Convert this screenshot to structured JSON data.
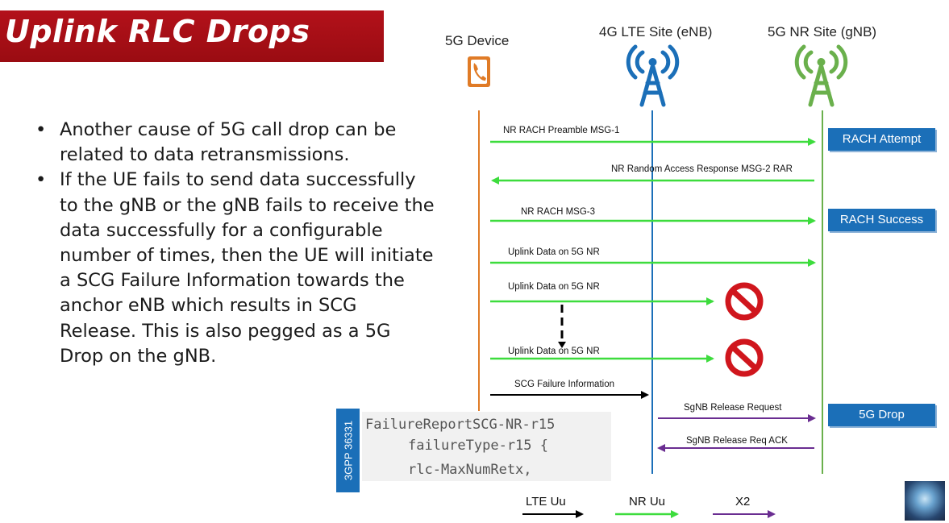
{
  "title": "Uplink RLC Drops",
  "bullets": [
    "Another cause of 5G call drop can be related to data retransmissions.",
    "If the UE fails to send data successfully to the gNB or the gNB fails to receive the data successfully for a configurable number of times, then the UE will initiate a SCG Failure Information towards the anchor eNB which results in SCG Release. This is also pegged as a 5G Drop on the gNB."
  ],
  "nodes": {
    "device": "5G Device",
    "enb": "4G LTE Site (eNB)",
    "gnb": "5G NR Site (gNB)"
  },
  "messages": {
    "m1": "NR RACH Preamble MSG-1",
    "m2": "NR Random Access Response MSG-2 RAR",
    "m3": "NR RACH MSG-3",
    "m4": "Uplink Data on 5G NR",
    "m5": "Uplink Data on 5G NR",
    "m6": "Uplink Data on 5G NR",
    "m7": "SCG Failure Information",
    "m8": "SgNB Release Request",
    "m9": "SgNB Release Req ACK"
  },
  "status": {
    "rach_attempt": "RACH Attempt",
    "rach_success": "RACH Success",
    "drop": "5G Drop"
  },
  "spec": {
    "tab": "3GPP 36331",
    "line1": "FailureReportSCG-NR-r15",
    "line2": "failureType-r15 {",
    "line3": "rlc-MaxNumRetx,"
  },
  "legend": {
    "lte": "LTE Uu",
    "nr": "NR Uu",
    "x2": "X2"
  },
  "colors": {
    "title_bg": "#a10d14",
    "lte_line": "#1b6fb8",
    "nr_line": "#6ab04c",
    "device_line": "#e07b26",
    "nr_arrow": "#3ddc3d",
    "x2_arrow": "#6a2d91",
    "block": "#d0161d",
    "status_bg": "#1b6fb8"
  },
  "icons": {
    "device": "phone-icon",
    "enb": "antenna-tower-icon",
    "gnb": "antenna-tower-icon",
    "blocked": "no-entry-icon"
  }
}
